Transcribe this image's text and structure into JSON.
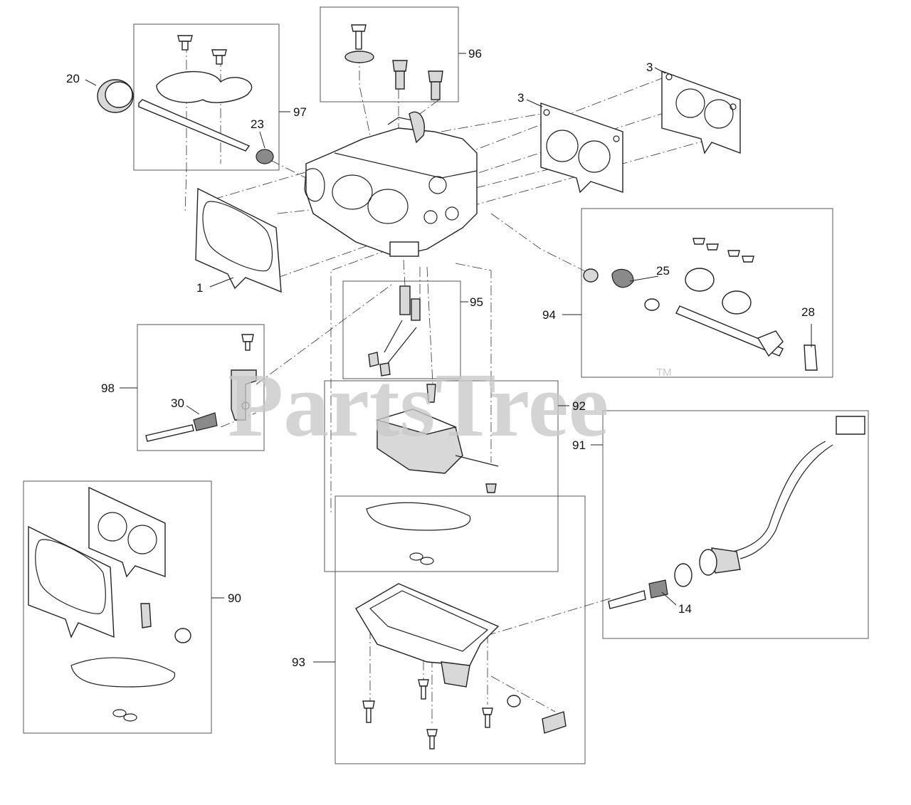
{
  "watermark": {
    "brand": "PartsTree",
    "mark": "TM"
  },
  "callouts": {
    "c1": "1",
    "c3a": "3",
    "c3b": "3",
    "c14": "14",
    "c20": "20",
    "c23": "23",
    "c25": "25",
    "c28": "28",
    "c30": "30",
    "c90": "90",
    "c91": "91",
    "c92": "92",
    "c93": "93",
    "c94": "94",
    "c95": "95",
    "c96": "96",
    "c97": "97",
    "c98": "98"
  }
}
